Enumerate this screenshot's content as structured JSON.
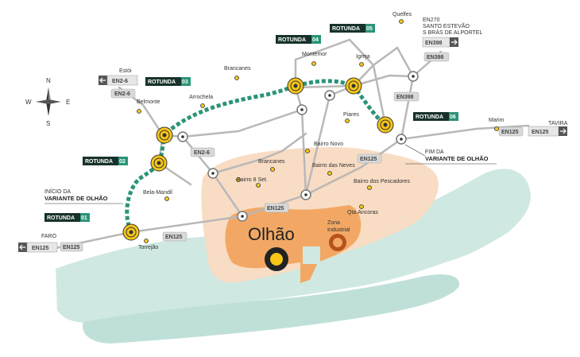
{
  "compass": {
    "n": "N",
    "s": "S",
    "e": "E",
    "w": "W"
  },
  "city": "Olhão",
  "rotundas": [
    {
      "word": "ROTUNDA",
      "num": "01"
    },
    {
      "word": "ROTUNDA",
      "num": "02"
    },
    {
      "word": "ROTUNDA",
      "num": "03"
    },
    {
      "word": "ROTUNDA",
      "num": "04"
    },
    {
      "word": "ROTUNDA",
      "num": "05"
    },
    {
      "word": "ROTUNDA",
      "num": "06"
    }
  ],
  "places": [
    "Quelfes",
    "Estói",
    "Belmonte",
    "Arrochela",
    "Brancanes",
    "Montemor",
    "Igreja",
    "Piares",
    "Marim",
    "Brancanes",
    "Bairro Novo",
    "Bairro das Neves",
    "Bairro 8 Set.",
    "Bairro dos Pescadores",
    "Bela-Mandil",
    "Qta.Ancoras",
    "Torrejão"
  ],
  "zona_industrial": [
    "Zona",
    "Industrial"
  ],
  "road_labels": [
    "EN2-6",
    "EN2-6",
    "EN398",
    "EN398",
    "EN125",
    "EN125",
    "EN125",
    "EN125",
    "EN125"
  ],
  "signs": {
    "estoi_road": "EN2-6",
    "faro_road": "EN125",
    "tavira_road": "EN125",
    "en398_road": "EN398",
    "faro_place": "FARO",
    "tavira_place": "TAVIRA",
    "en270_lines": [
      "EN270",
      "SANTO ESTEVÃO",
      "S BRÁS DE ALPORTEL"
    ]
  },
  "inicio": [
    "INÍCIO DA",
    "VARIANTE DE OLHÃO"
  ],
  "fim": [
    "FIM DA",
    "VARIANTE DE OLHÃO"
  ],
  "colors": {
    "water": "#cfe8e2",
    "land_light": "#f8dcc4",
    "land_dark": "#f2a864",
    "road": "#b8b8b8",
    "variant": "#2a9478",
    "badge_dark": "#17322b",
    "badge_green": "#2a9478",
    "roundabout": "#f5c518"
  }
}
